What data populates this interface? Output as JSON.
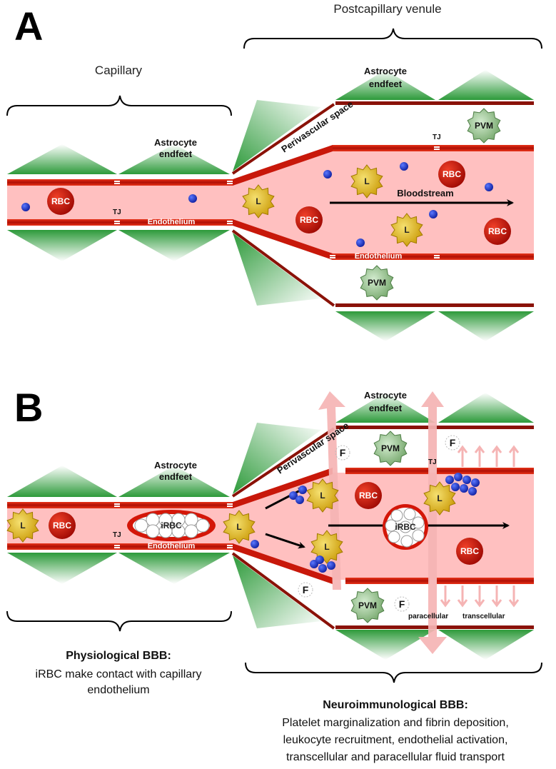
{
  "panelA": {
    "letter": "A",
    "capillary": "Capillary",
    "venule": "Postcapillary venule",
    "astro_cap": [
      "Astrocyte",
      "endfeet"
    ],
    "astro_ven": [
      "Astrocyte",
      "endfeet"
    ],
    "perivascular": "Perivascular space",
    "tj": "TJ",
    "endothelium": "Endothelium",
    "bloodstream": "Bloodstream",
    "rbc": "RBC",
    "l": "L",
    "pvm": "PVM"
  },
  "panelB": {
    "letter": "B",
    "astro_cap": [
      "Astrocyte",
      "endfeet"
    ],
    "astro_ven": [
      "Astrocyte",
      "endfeet"
    ],
    "perivascular": "Perivascular space",
    "tj": "TJ",
    "endothelium": "Endothelium",
    "irbc": "iRBC",
    "rbc": "RBC",
    "l": "L",
    "pvm": "PVM",
    "f": "F",
    "paracellular": "paracellular",
    "transcellular": "transcellular",
    "phys_title": "Physiological BBB:",
    "phys_lines": [
      "iRBC make contact with capillary",
      "endothelium"
    ],
    "neuro_title": "Neuroimmunological BBB:",
    "neuro_lines": [
      "Platelet marginalization and fibrin deposition,",
      "leukocyte recruitment, endothelial activation,",
      "transcellular and paracellular fluid transport"
    ]
  },
  "colors": {
    "vessel": "#ffc0c0",
    "wall": "#cc1a0a",
    "astrocyte": "#2d9a3a",
    "rbc": "#c81208",
    "leukocyte": "#e6b800",
    "pvm": "#8fbf85",
    "platelet": "#1a2fd0",
    "flow_arrow": "#f5b4b4"
  }
}
